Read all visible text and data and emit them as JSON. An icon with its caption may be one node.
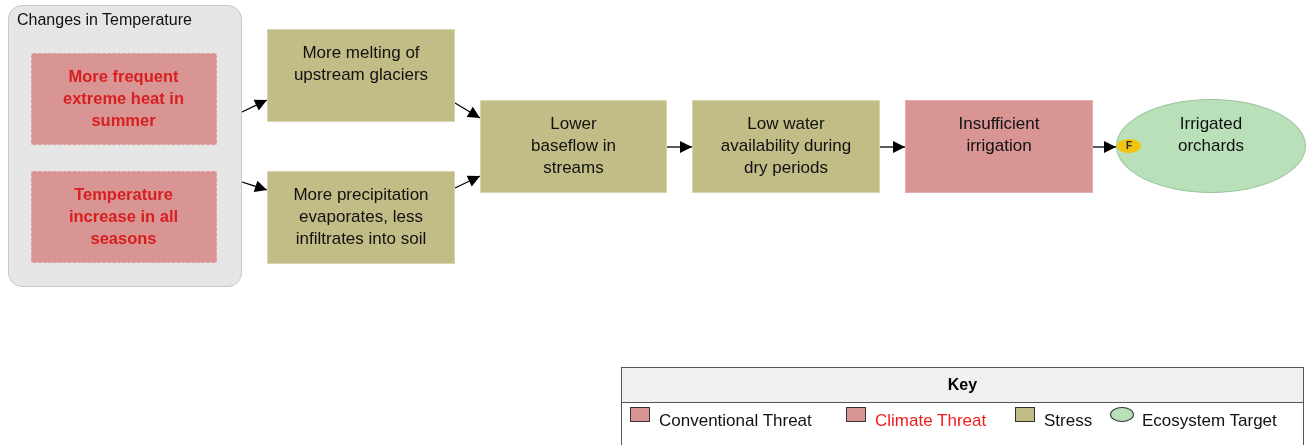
{
  "diagram": {
    "nodes": [
      {
        "text": [
          "Changes in Temperature"
        ]
      },
      {
        "text": [
          "More frequent extreme heat in summer"
        ],
        "in": 0
      },
      {
        "text": [
          "Temperature increase in all seasons"
        ],
        "in": 0
      },
      {
        "text": [
          "More melting of upstream glaciers"
        ]
      },
      {
        "text": [
          "More precipitation evaporates, less infiltrates into soil"
        ]
      },
      {
        "text": [
          "Lower baseflow in streams"
        ]
      },
      {
        "text": [
          "Low water availability during dry periods"
        ]
      },
      {
        "text": [
          "Insufficient irrigation"
        ]
      },
      {
        "text": [
          "Irrigated orchards"
        ]
      }
    ],
    "edges": [
      {
        "from": 0,
        "to": 3,
        "arrow": "to"
      },
      {
        "from": 0,
        "to": 4,
        "arrow": "to"
      },
      {
        "from": 3,
        "to": 5,
        "arrow": "to"
      },
      {
        "from": 4,
        "to": 5,
        "arrow": "to"
      },
      {
        "from": 5,
        "to": 6,
        "arrow": "to"
      },
      {
        "from": 6,
        "to": 7,
        "arrow": "to"
      },
      {
        "from": 7,
        "to": 8,
        "arrow": "to"
      }
    ],
    "labels": [
      "F",
      "Key"
    ],
    "legend": [
      {
        "text": "Conventional Threat",
        "color": "#d99594"
      },
      {
        "text": "Climate Threat",
        "color": "#d99594"
      },
      {
        "text": "Stress",
        "color": "#c2bd86"
      },
      {
        "text": "Ecosystem Target",
        "color": "#b9e0b9"
      }
    ]
  }
}
